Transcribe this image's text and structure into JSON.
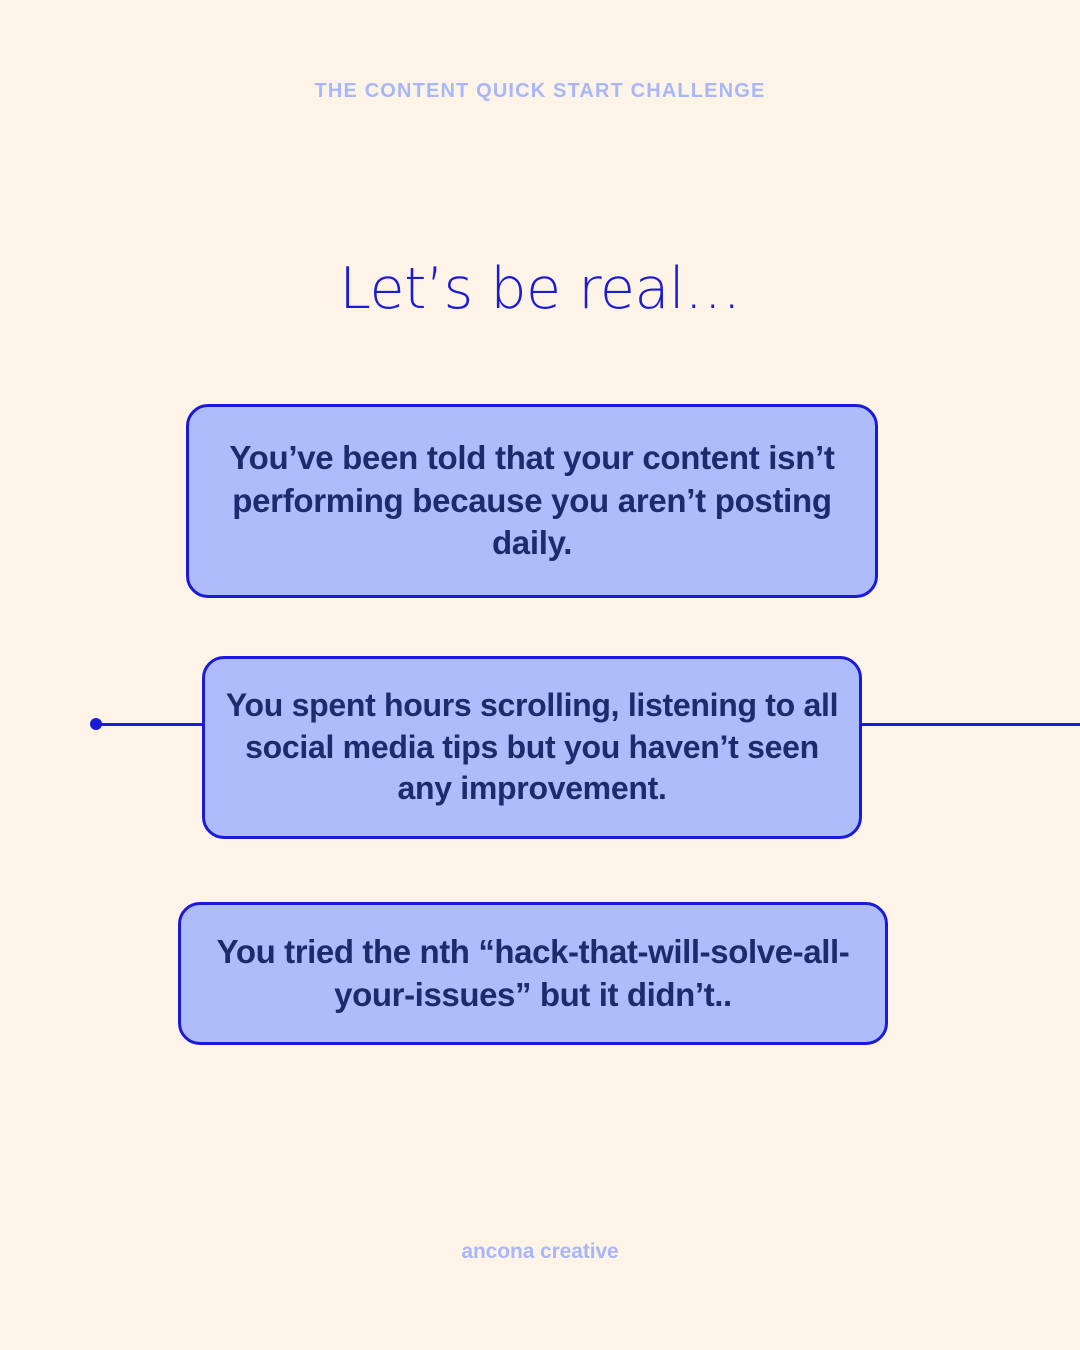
{
  "theme": {
    "background_color": "#fdf4e7",
    "accent_blue": "#1a1adb",
    "card_fill": "#aebcfb",
    "card_text_color": "#1c2b6e",
    "muted_periwinkle": "#a8b6fa"
  },
  "header": {
    "kicker": "THE CONTENT QUICK START CHALLENGE"
  },
  "main": {
    "headline": "Let’s be real…",
    "cards": [
      {
        "id": "card-told-content-not-performing",
        "text": "You’ve been told that your content isn’t performing because you aren’t posting daily."
      },
      {
        "id": "card-hours-scrolling-no-improvement",
        "text": "You spent hours scrolling, listening to all social media tips but you haven’t seen any improvement."
      },
      {
        "id": "card-nth-hack-didnt-work",
        "text": "You tried the nth “hack-that-will-solve-all-your-issues” but it didn’t.."
      }
    ]
  },
  "decoration": {
    "rule_label": "horizontal-rule-with-dot"
  },
  "footer": {
    "brand": "ancona creative"
  }
}
